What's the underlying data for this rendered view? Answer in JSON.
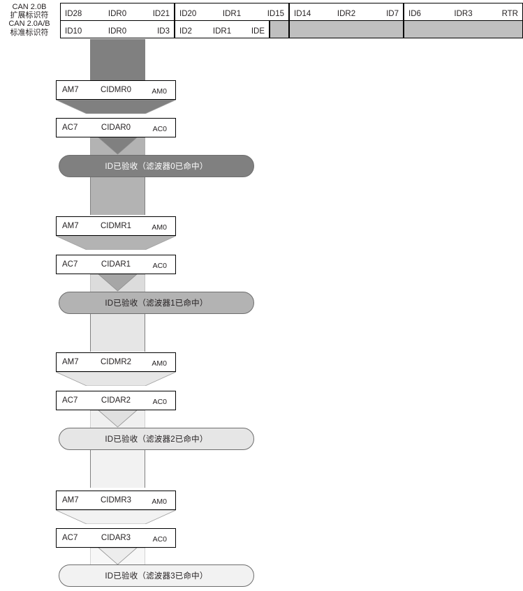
{
  "left_labels": {
    "extended": [
      "CAN 2.0B",
      "扩展标识符"
    ],
    "standard": [
      "CAN 2.0A/B",
      "标准标识符"
    ]
  },
  "header": {
    "extended_row": [
      {
        "left": "ID28",
        "mid": "IDR0",
        "right": "ID21"
      },
      {
        "left": "ID20",
        "mid": "IDR1",
        "right": "ID15"
      },
      {
        "left": "ID14",
        "mid": "IDR2",
        "right": "ID7"
      },
      {
        "left": "ID6",
        "mid": "IDR3",
        "right": "RTR"
      }
    ],
    "standard_row": [
      {
        "left": "ID10",
        "mid": "IDR0",
        "right": "ID3"
      },
      {
        "left": "ID2",
        "mid": "IDR1",
        "right": "IDE"
      }
    ]
  },
  "filters": [
    {
      "mask": {
        "left": "AM7",
        "mid": "CIDMR0",
        "right": "AM0"
      },
      "accept": {
        "left": "AC7",
        "mid": "CIDAR0",
        "right": "AC0"
      },
      "result": "ID已验收（滤波器0已命中）",
      "band_color": "#808080",
      "funnel_color": "#808080",
      "notch_color": "#b3b3b3",
      "notch_tip_color": "#808080",
      "pill_fill": "#808080",
      "pill_text_color": "#ffffff"
    },
    {
      "mask": {
        "left": "AM7",
        "mid": "CIDMR1",
        "right": "AM0"
      },
      "accept": {
        "left": "AC7",
        "mid": "CIDAR1",
        "right": "AC0"
      },
      "result": "ID已验收（滤波器1已命中）",
      "band_color": "#b3b3b3",
      "funnel_color": "#b3b3b3",
      "notch_color": "#dcdcdc",
      "notch_tip_color": "#a6a6a6",
      "pill_fill": "#b3b3b3",
      "pill_text_color": "#231f20"
    },
    {
      "mask": {
        "left": "AM7",
        "mid": "CIDMR2",
        "right": "AM0"
      },
      "accept": {
        "left": "AC7",
        "mid": "CIDAR2",
        "right": "AC0"
      },
      "result": "ID已验收（滤波器2已命中）",
      "band_color": "#e6e6e6",
      "funnel_color": "#e6e6e6",
      "notch_color": "#f0f0f0",
      "notch_tip_color": "#e0e0e0",
      "pill_fill": "#e6e6e6",
      "pill_text_color": "#231f20"
    },
    {
      "mask": {
        "left": "AM7",
        "mid": "CIDMR3",
        "right": "AM0"
      },
      "accept": {
        "left": "AC7",
        "mid": "CIDAR3",
        "right": "AC0"
      },
      "result": "ID已验收（滤波器3已命中）",
      "band_color": "#f2f2f2",
      "funnel_color": "#f2f2f2",
      "notch_color": "#f7f7f7",
      "notch_tip_color": "#ededed",
      "pill_fill": "#f2f2f2",
      "pill_text_color": "#231f20"
    }
  ],
  "palette": {
    "header_grey": "#bfbfbf",
    "outline": "#000000",
    "text": "#231f20"
  }
}
